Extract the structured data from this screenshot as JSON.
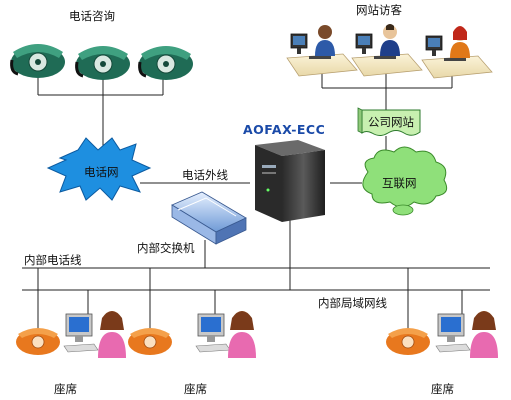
{
  "labels": {
    "phone_consult": "电话咨询",
    "web_visitors": "网站访客",
    "company_site": "公司网站",
    "system_name": "AOFAX-ECC",
    "phone_network": "电话网",
    "internet": "互联网",
    "outside_line": "电话外线",
    "pbx": "内部交换机",
    "internal_phone_line": "内部电话线",
    "lan": "内部局域网线",
    "seat_1": "座席",
    "seat_2": "座席",
    "seat_3": "座席"
  },
  "colors": {
    "cloud_blue": "#1e8fe0",
    "cloud_green": "#8fe07a",
    "banner_green": "#c8f0b0",
    "system_title": "#1a4aa8",
    "phone_green": "#2f8f6f",
    "phone_orange": "#e8781e"
  }
}
